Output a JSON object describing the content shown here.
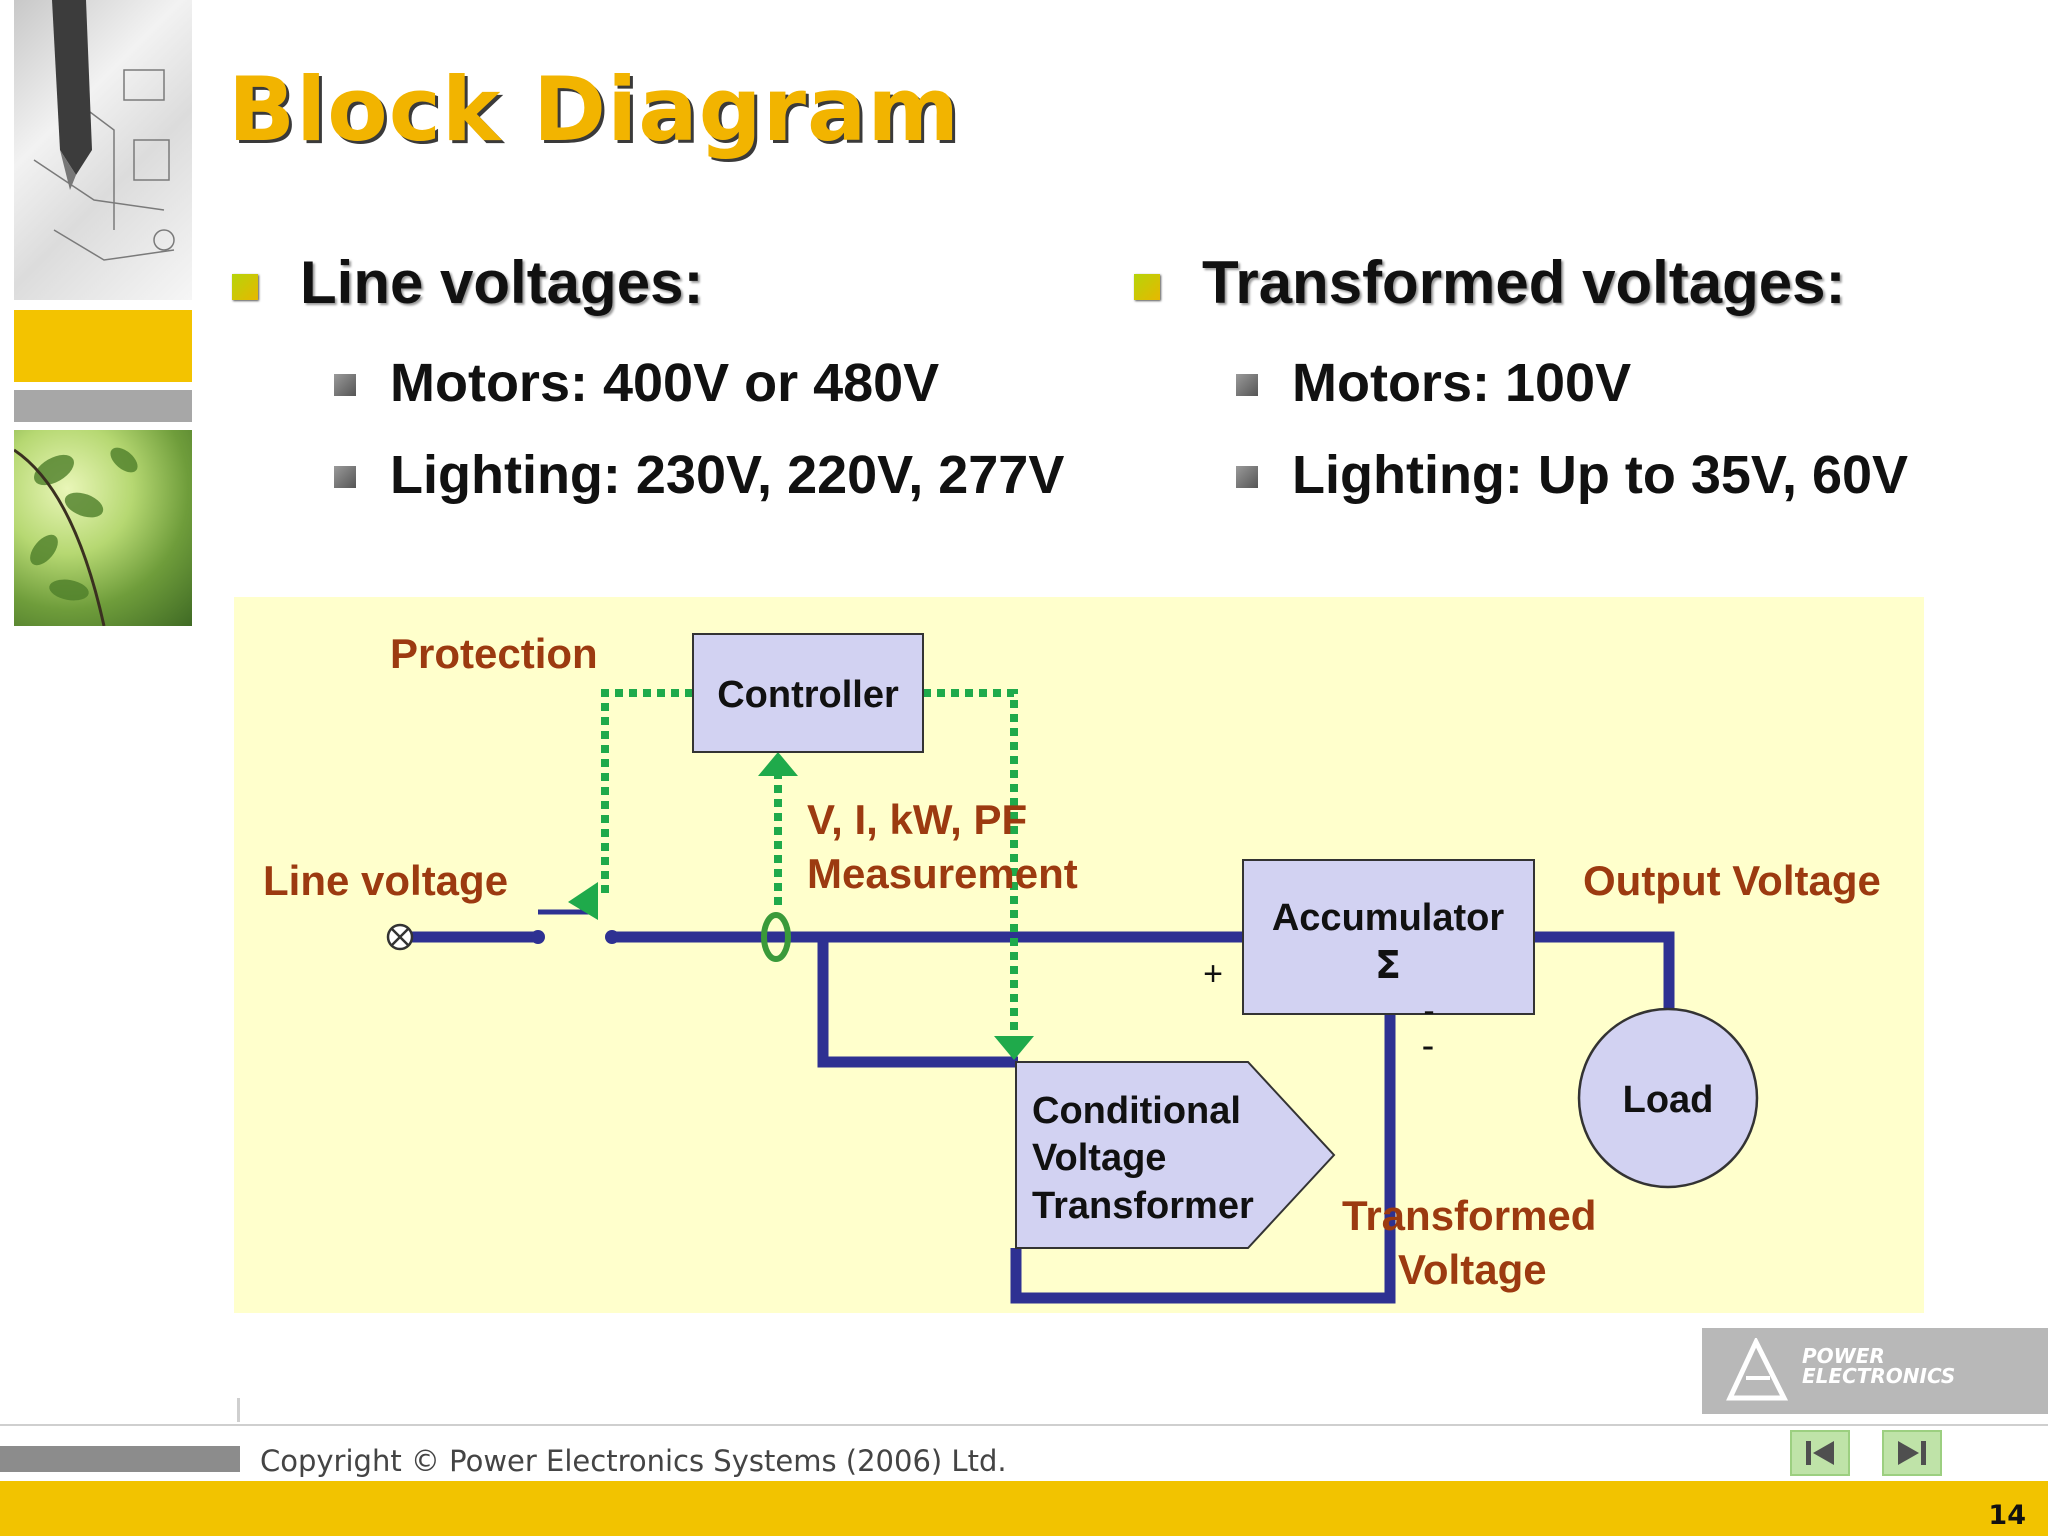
{
  "slide": {
    "title": "Block Diagram",
    "left_heading": "Line voltages:",
    "left_items": [
      "Motors:  400V or 480V",
      "Lighting:  230V, 220V, 277V"
    ],
    "right_heading": "Transformed voltages:",
    "right_items": [
      "Motors:  100V",
      "Lighting:  Up to 35V, 60V"
    ]
  },
  "diagram": {
    "protection": "Protection",
    "controller": "Controller",
    "measurement_line1": "V, I, kW, PF",
    "measurement_line2": "Measurement",
    "line_voltage": "Line voltage",
    "accumulator": "Accumulator",
    "sigma": "Σ",
    "plus": "+",
    "minus1": "-",
    "minus2": "-",
    "output_voltage": "Output Voltage",
    "load": "Load",
    "cvt_line1": "Conditional",
    "cvt_line2": "Voltage",
    "cvt_line3": "Transformer",
    "transformed_line1": "Transformed",
    "transformed_line2": "Voltage",
    "colors": {
      "label_brown": "#9c3a10",
      "wire_navy": "#2e3192",
      "signal_green": "#1faa4b",
      "box_fill": "#d2d2f2"
    }
  },
  "footer": {
    "copyright": "Copyright © Power Electronics Systems (2006) Ltd.",
    "page_number": "14",
    "logo_line1": "POWER",
    "logo_line2": "ELECTRONICS",
    "nav_first_icon": "skip-first-icon",
    "nav_last_icon": "skip-last-icon"
  }
}
